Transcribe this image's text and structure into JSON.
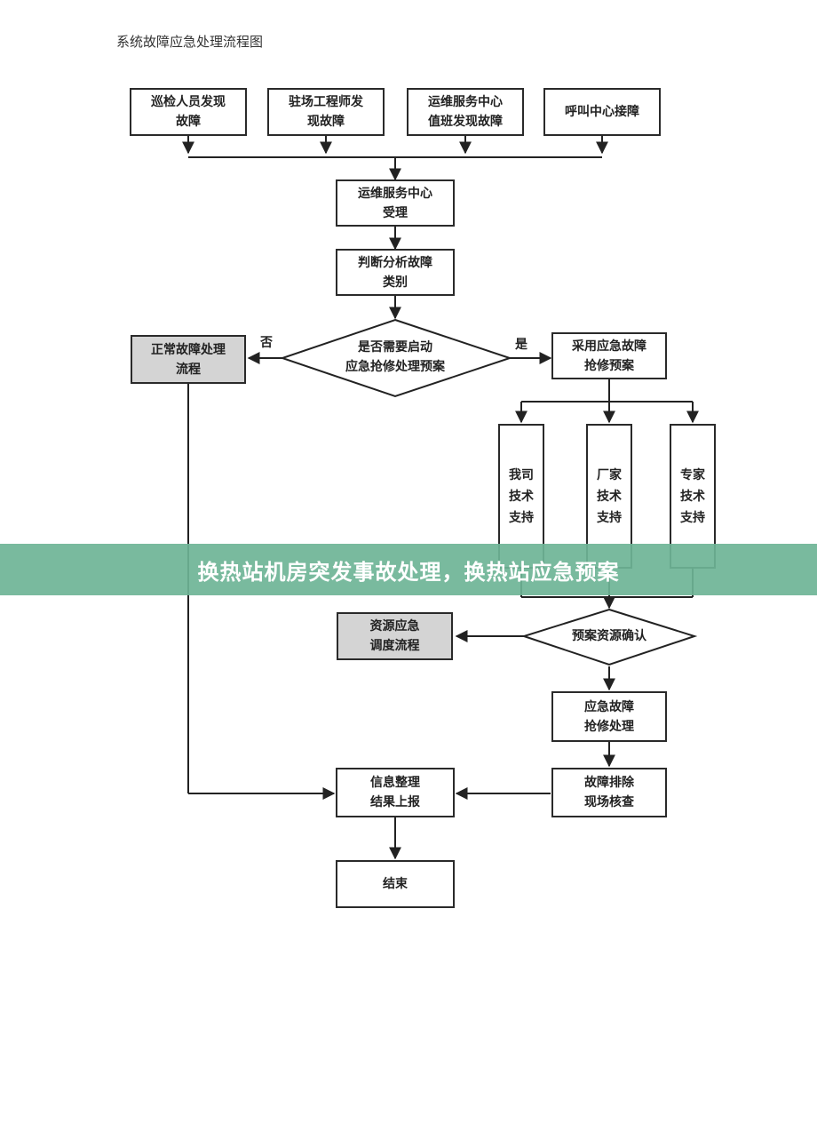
{
  "doc_title": "系统故障应急处理流程图",
  "nodes": {
    "patrol": "巡检人员发现\n故障",
    "onsite": "驻场工程师发\n现故障",
    "ops_duty": "运维服务中心\n值班发现故障",
    "callcenter": "呼叫中心接障",
    "ops_accept": "运维服务中心\n受理",
    "classify": "判断分析故障\n类别",
    "decision": "是否需要启动\n应急抢修处理预案",
    "normal": "正常故障处理\n流程",
    "adopt_plan": "采用应急故障\n抢修预案",
    "company_support": "我司\n技术\n支持",
    "vendor_support": "厂家\n技术\n支持",
    "expert_support": "专家\n技术\n支持",
    "resource_confirm": "预案资源确认",
    "resource_dispatch": "资源应急\n调度流程",
    "emergency_repair": "应急故障\n抢修处理",
    "verify": "故障排除\n现场核查",
    "report": "信息整理\n结果上报",
    "end": "结束"
  },
  "edge_labels": {
    "no": "否",
    "yes": "是"
  },
  "banner": "换热站机房突发事故处理，换热站应急预案"
}
